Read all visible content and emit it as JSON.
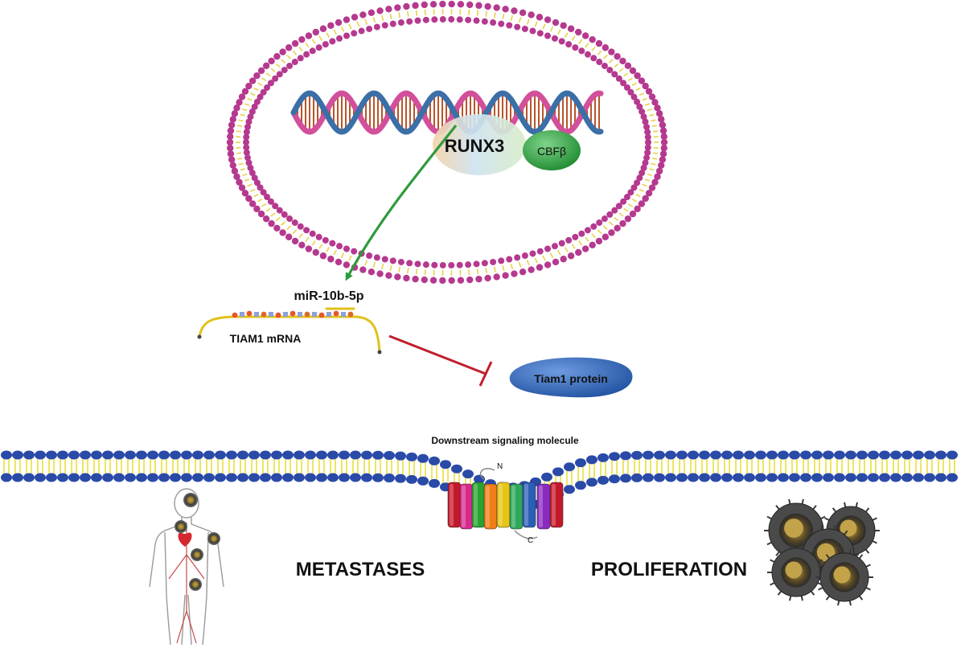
{
  "labels": {
    "runx3": "RUNX3",
    "cbfb": "CBFβ",
    "mirna": "miR-10b-5p",
    "tiam1_mrna": "TIAM1 mRNA",
    "tiam1_protein": "Tiam1 protein",
    "downstream": "Downstream signaling molecule",
    "n_term": "N",
    "c_term": "C",
    "metastases": "METASTASES",
    "proliferation": "PROLIFERATION"
  },
  "colors": {
    "nucleus_bead": "#b5398f",
    "nucleus_tail": "#e6d24a",
    "membrane_head": "#2a4aa8",
    "membrane_tail": "#e9df3a",
    "activation_arrow": "#2f9a3c",
    "inhibition": "#c0202f",
    "runx3": "#dcd2be",
    "cbfb": "#2e9b3e",
    "tiam1_protein": "#2f62b5",
    "mrna_strand": "#e0c21a"
  },
  "icons": {
    "dna": "dna-helix-icon",
    "body": "human-body-icon",
    "cells": "tumor-cell-cluster-icon",
    "receptor": "seven-transmembrane-receptor-icon"
  }
}
